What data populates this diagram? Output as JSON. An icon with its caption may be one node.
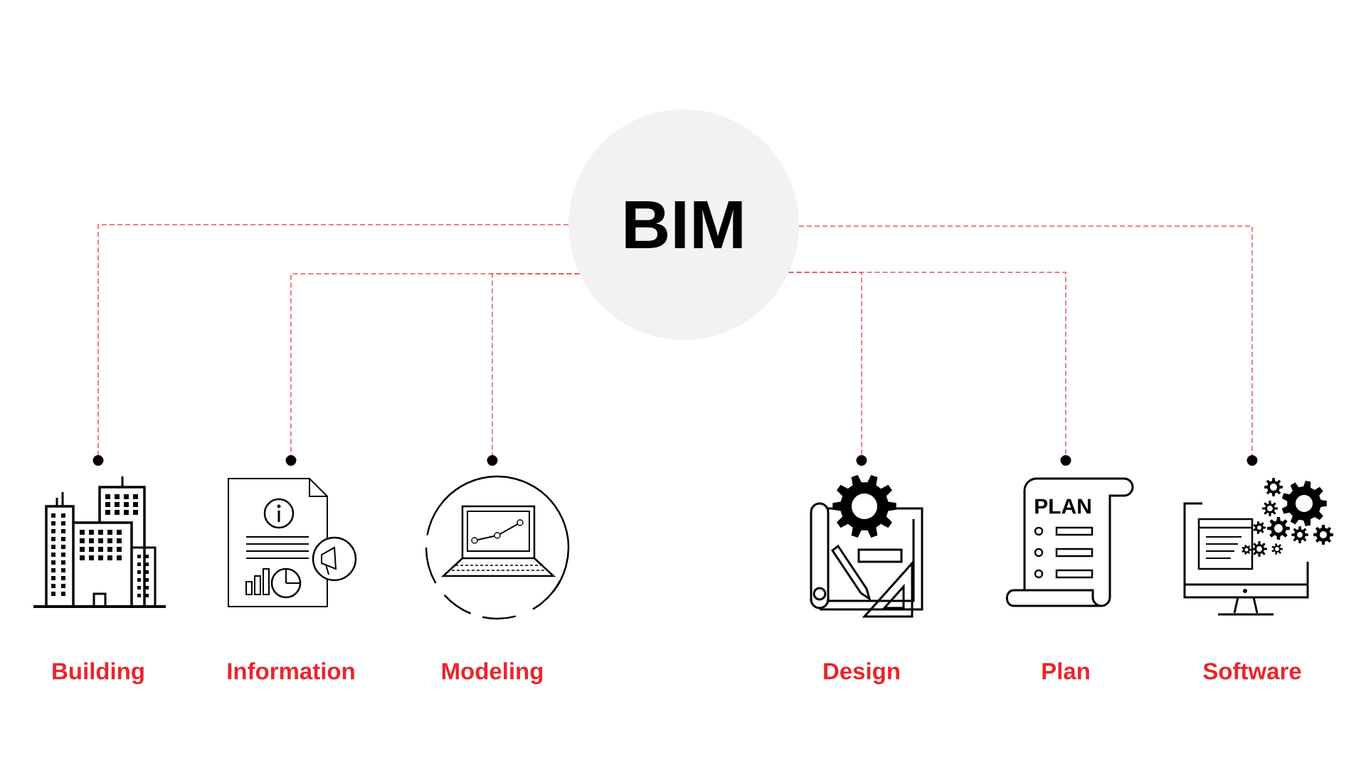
{
  "diagram": {
    "nodes": [
      {
        "text": [
          "BIM"
        ]
      },
      {
        "text": [
          "Building"
        ]
      },
      {
        "text": [
          "Information"
        ]
      },
      {
        "text": [
          "Modeling"
        ]
      },
      {
        "text": [
          "Design"
        ]
      },
      {
        "text": [
          "Plan"
        ]
      },
      {
        "text": [
          "Software"
        ]
      }
    ],
    "edges": [
      {
        "from": 0,
        "to": 1,
        "arrow": "other",
        "style": "dashed"
      },
      {
        "from": 0,
        "to": 2,
        "arrow": "other",
        "style": "dashed"
      },
      {
        "from": 0,
        "to": 3,
        "arrow": "other",
        "style": "dashed"
      },
      {
        "from": 0,
        "to": 4,
        "arrow": "other",
        "style": "dashed"
      },
      {
        "from": 0,
        "to": 5,
        "arrow": "other",
        "style": "dashed"
      },
      {
        "from": 0,
        "to": 6,
        "arrow": "other",
        "style": "dashed"
      }
    ],
    "labels": [
      "PLAN"
    ]
  }
}
